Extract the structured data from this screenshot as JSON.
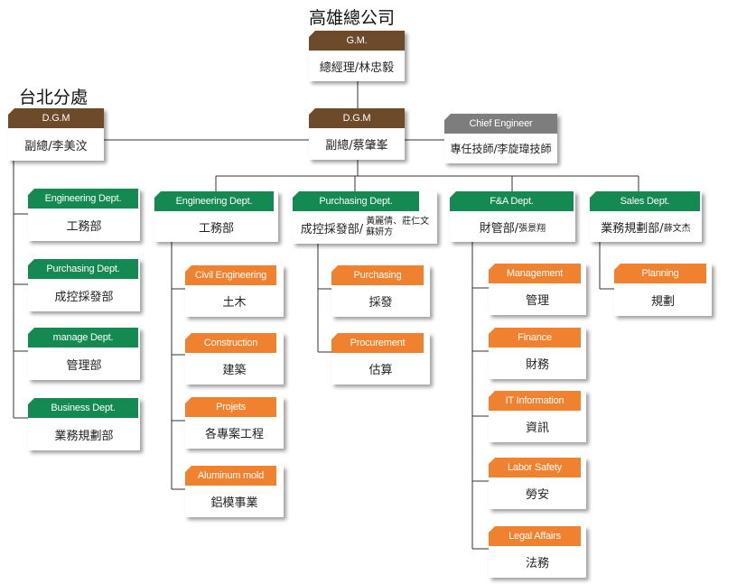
{
  "headings": {
    "kaohsiung": "高雄總公司",
    "taipei": "台北分處"
  },
  "colors": {
    "executive": "#6d4a2a",
    "engineer": "#7d7d7d",
    "department": "#148a52",
    "section": "#f0812e",
    "lines": "#333333"
  },
  "gm": {
    "title": "G.M.",
    "name": "總經理/林忠毅"
  },
  "dgm_main": {
    "title": "D.G.M",
    "name": "副總/蔡肇峯"
  },
  "chief": {
    "title": "Chief Engineer",
    "name": "專任技師/李旋瑋技師"
  },
  "taipei": {
    "dgm": {
      "title": "D.G.M",
      "name": "副總/李美汶"
    },
    "depts": [
      {
        "title": "Engineering Dept.",
        "name": "工務部"
      },
      {
        "title": "Purchasing Dept.",
        "name": "成控採發部"
      },
      {
        "title": "manage Dept.",
        "name": "管理部"
      },
      {
        "title": "Business Dept.",
        "name": "業務規劃部"
      }
    ]
  },
  "engineering": {
    "title": "Engineering Dept.",
    "name": "工務部",
    "sections": [
      {
        "title": "Civil Engineering",
        "name": "土木"
      },
      {
        "title": "Construction",
        "name": "建築"
      },
      {
        "title": "Projets",
        "name": "各專案工程"
      },
      {
        "title": "Aluminum mold",
        "name": "鋁模事業"
      }
    ]
  },
  "purchasing": {
    "title": "Purchasing Dept.",
    "name": "成控採發部/",
    "staff_line1": "黃麗倩、莊仁文",
    "staff_line2": "蘇妍方",
    "sections": [
      {
        "title": "Purchasing",
        "name": "採發"
      },
      {
        "title": "Procurement",
        "name": "估算"
      }
    ]
  },
  "finance": {
    "title": "F&A Dept.",
    "name": "財管部/",
    "staff": "張景翔",
    "sections": [
      {
        "title": "Management",
        "name": "管理"
      },
      {
        "title": "Finance",
        "name": "財務"
      },
      {
        "title": "IT Information",
        "name": "資訊"
      },
      {
        "title": "Labor Safety",
        "name": "勞安"
      },
      {
        "title": "Legal Affairs",
        "name": "法務"
      }
    ]
  },
  "sales": {
    "title": "Sales Dept.",
    "name": "業務規劃部/",
    "staff": "薛文杰",
    "sections": [
      {
        "title": "Planning",
        "name": "規劃"
      }
    ]
  }
}
